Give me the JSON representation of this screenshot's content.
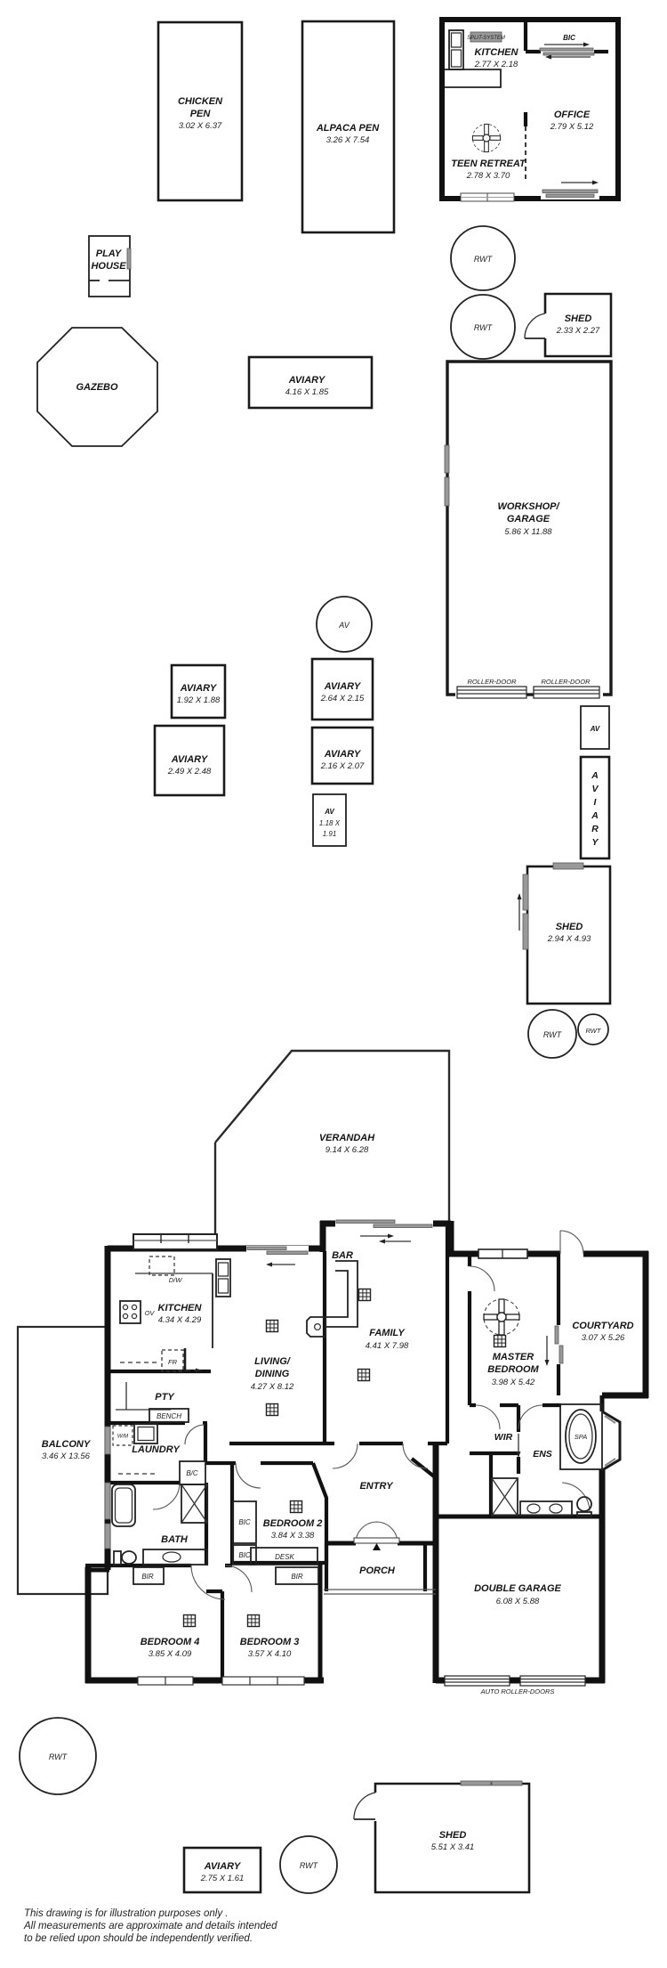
{
  "colors": {
    "wall": "#111111",
    "fixture_gray": "#999999",
    "background": "#ffffff"
  },
  "site": {
    "chicken_pen": {
      "line1": "CHICKEN",
      "line2": "PEN",
      "dims": "3.02 X 6.37"
    },
    "alpaca_pen": {
      "name": "ALPACA PEN",
      "dims": "3.26 X 7.54"
    },
    "play_house": {
      "line1": "PLAY",
      "line2": "HOUSE"
    },
    "gazebo": {
      "name": "GAZEBO"
    },
    "aviary_main": {
      "name": "AVIARY",
      "dims": "4.16 X 1.85"
    },
    "rwt_top1": "RWT",
    "rwt_top2": "RWT",
    "shed_top": {
      "name": "SHED",
      "dims": "2.33 X 2.27"
    },
    "workshop": {
      "line1": "WORKSHOP/",
      "line2": "GARAGE",
      "dims": "5.86 X 11.88",
      "roller_left": "ROLLER-DOOR",
      "roller_right": "ROLLER-DOOR"
    },
    "av_circle": "AV",
    "aviary_a": {
      "name": "AVIARY",
      "dims": "1.92 X 1.88"
    },
    "aviary_b": {
      "name": "AVIARY",
      "dims": "2.49 X 2.48"
    },
    "aviary_c": {
      "name": "AVIARY",
      "dims": "2.64 X 2.15"
    },
    "aviary_d": {
      "name": "AVIARY",
      "dims": "2.16 X 2.07"
    },
    "av_small": {
      "line1": "AV",
      "line2": "1.18 X",
      "line3": "1.91"
    },
    "av_square": "AV",
    "aviary_vertical": {
      "letters": [
        "A",
        "V",
        "I",
        "A",
        "R",
        "Y"
      ]
    },
    "shed_mid": {
      "name": "SHED",
      "dims": "2.94 X 4.93"
    },
    "rwt_mid1": "RWT",
    "rwt_mid2": "RWT",
    "rwt_bottom_left": "RWT",
    "shed_bottom": {
      "name": "SHED",
      "dims": "5.51 X 3.41"
    },
    "aviary_bottom": {
      "name": "AVIARY",
      "dims": "2.75 X 1.61"
    },
    "rwt_bottom_right": "RWT"
  },
  "granny_flat": {
    "kitchen": {
      "name": "KITCHEN",
      "dims": "2.77 X 2.18"
    },
    "split_system": "SPLIT-SYSTEM",
    "bic": "BIC",
    "office": {
      "name": "OFFICE",
      "dims": "2.79 X 5.12"
    },
    "teen_retreat": {
      "name": "TEEN RETREAT",
      "dims": "2.78 X 3.70"
    }
  },
  "house": {
    "verandah": {
      "name": "VERANDAH",
      "dims": "9.14 X 6.28"
    },
    "bar": "BAR",
    "kitchen": {
      "name": "KITCHEN",
      "dims": "4.34 X 4.29"
    },
    "dw": "D/W",
    "ov": "OV",
    "fr": "FR",
    "pty": "PTY",
    "bench": "BENCH",
    "living": {
      "line1": "LIVING/",
      "line2": "DINING",
      "dims": "4.27 X 8.12"
    },
    "family": {
      "name": "FAMILY",
      "dims": "4.41 X 7.98"
    },
    "master": {
      "line1": "MASTER",
      "line2": "BEDROOM",
      "dims": "3.98 X 5.42"
    },
    "courtyard": {
      "name": "COURTYARD",
      "dims": "3.07 X 5.26"
    },
    "wir": "WIR",
    "ens": "ENS",
    "spa": "SPA",
    "balcony": {
      "name": "BALCONY",
      "dims": "3.46 X 13.56"
    },
    "laundry": "LAUNDRY",
    "wm": "W/M",
    "bic_hall": "B/C",
    "bath": "BATH",
    "bedroom2": {
      "name": "BEDROOM 2",
      "dims": "3.84 X 3.38"
    },
    "bic_a": "BIC",
    "bic_b": "BIC",
    "desk": "DESK",
    "bir_left": "BIR",
    "bir_right": "BIR",
    "entry": "ENTRY",
    "porch": "PORCH",
    "bedroom4": {
      "name": "BEDROOM 4",
      "dims": "3.85 X 4.09"
    },
    "bedroom3": {
      "name": "BEDROOM 3",
      "dims": "3.57 X 4.10"
    },
    "garage": {
      "name": "DOUBLE GARAGE",
      "dims": "6.08 X 5.88",
      "doors": "AUTO ROLLER-DOORS"
    }
  },
  "disclaimer": {
    "line1": "This drawing is for illustration purposes only .",
    "line2": "All measurements are approximate and details intended",
    "line3": "to be relied upon should be independently verified."
  }
}
